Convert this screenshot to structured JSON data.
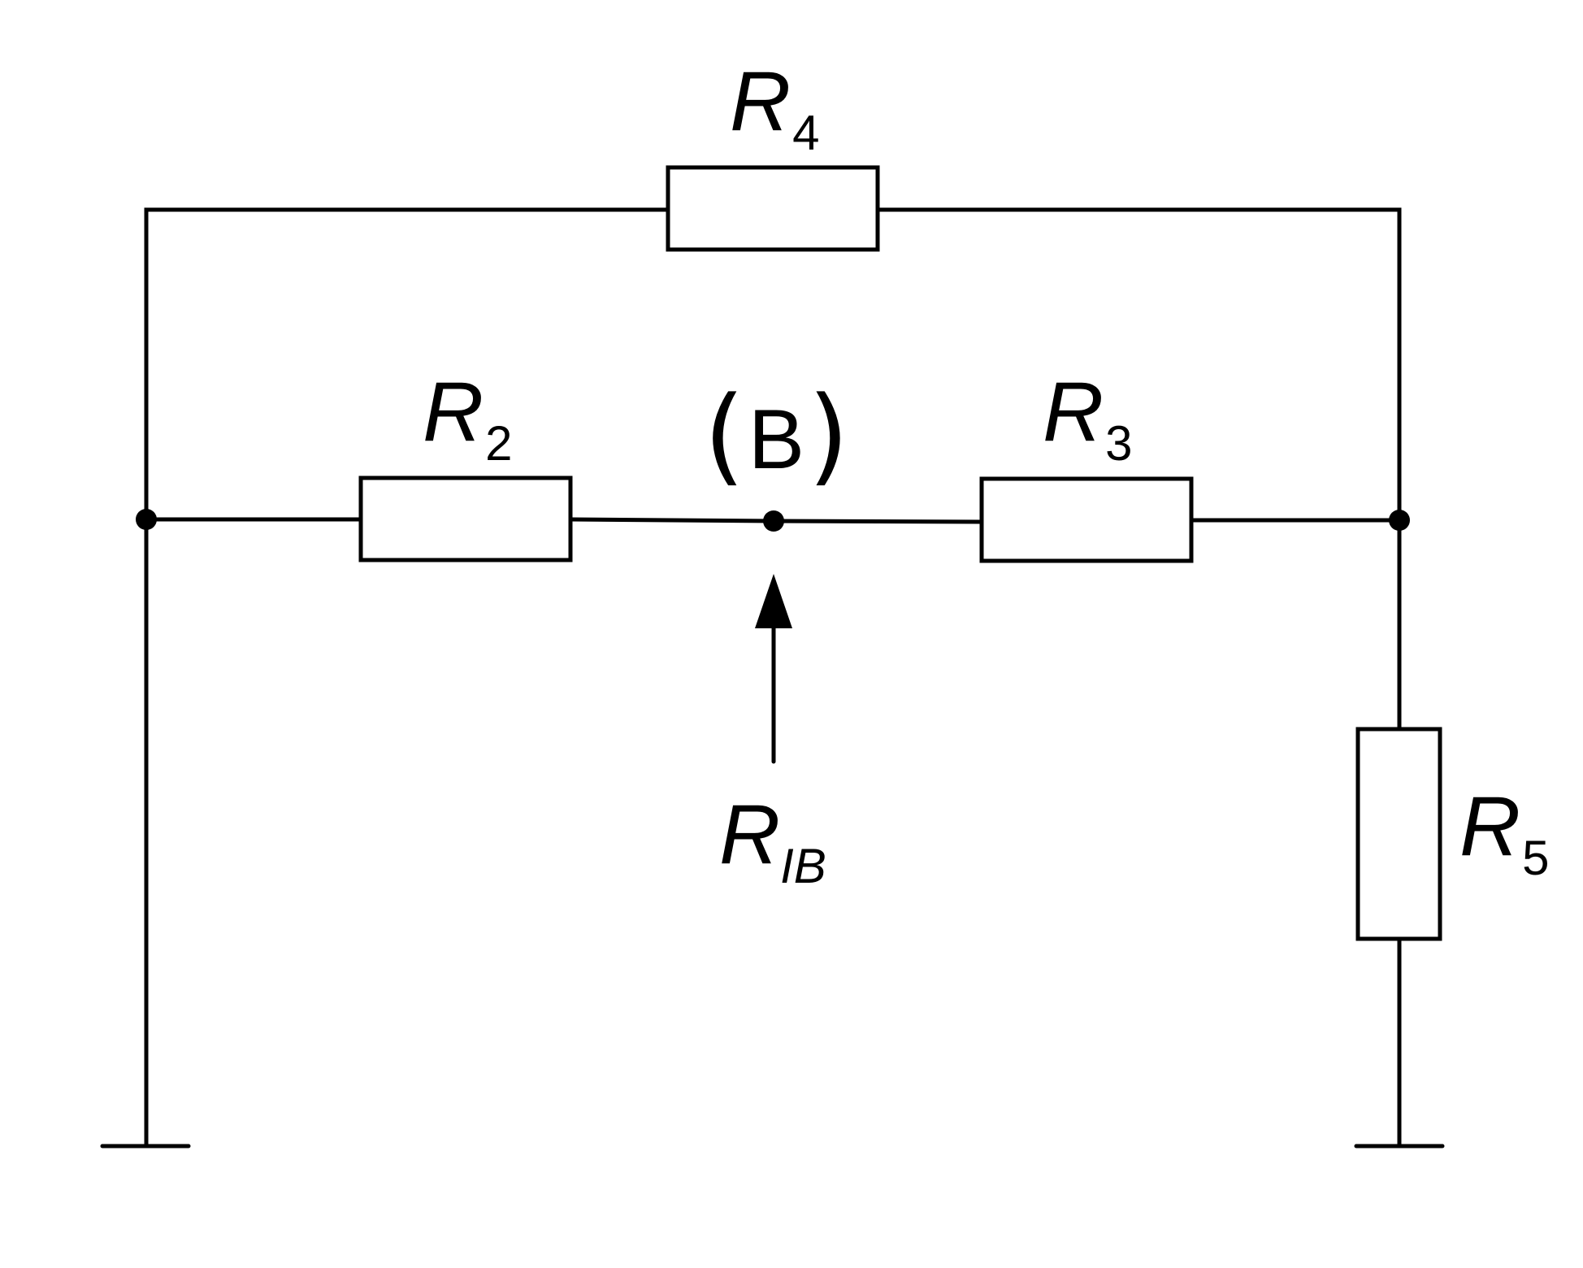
{
  "resistors": {
    "r4": {
      "letter": "R",
      "sub": "4"
    },
    "r2": {
      "letter": "R",
      "sub": "2"
    },
    "r3": {
      "letter": "R",
      "sub": "3"
    },
    "r5": {
      "letter": "R",
      "sub": "5"
    }
  },
  "node_b": {
    "open": "(",
    "name": "B",
    "close": ")"
  },
  "input_resistance": {
    "letter": "R",
    "sub": "IB"
  },
  "colors": {
    "stroke": "#000000",
    "background": "#ffffff"
  }
}
